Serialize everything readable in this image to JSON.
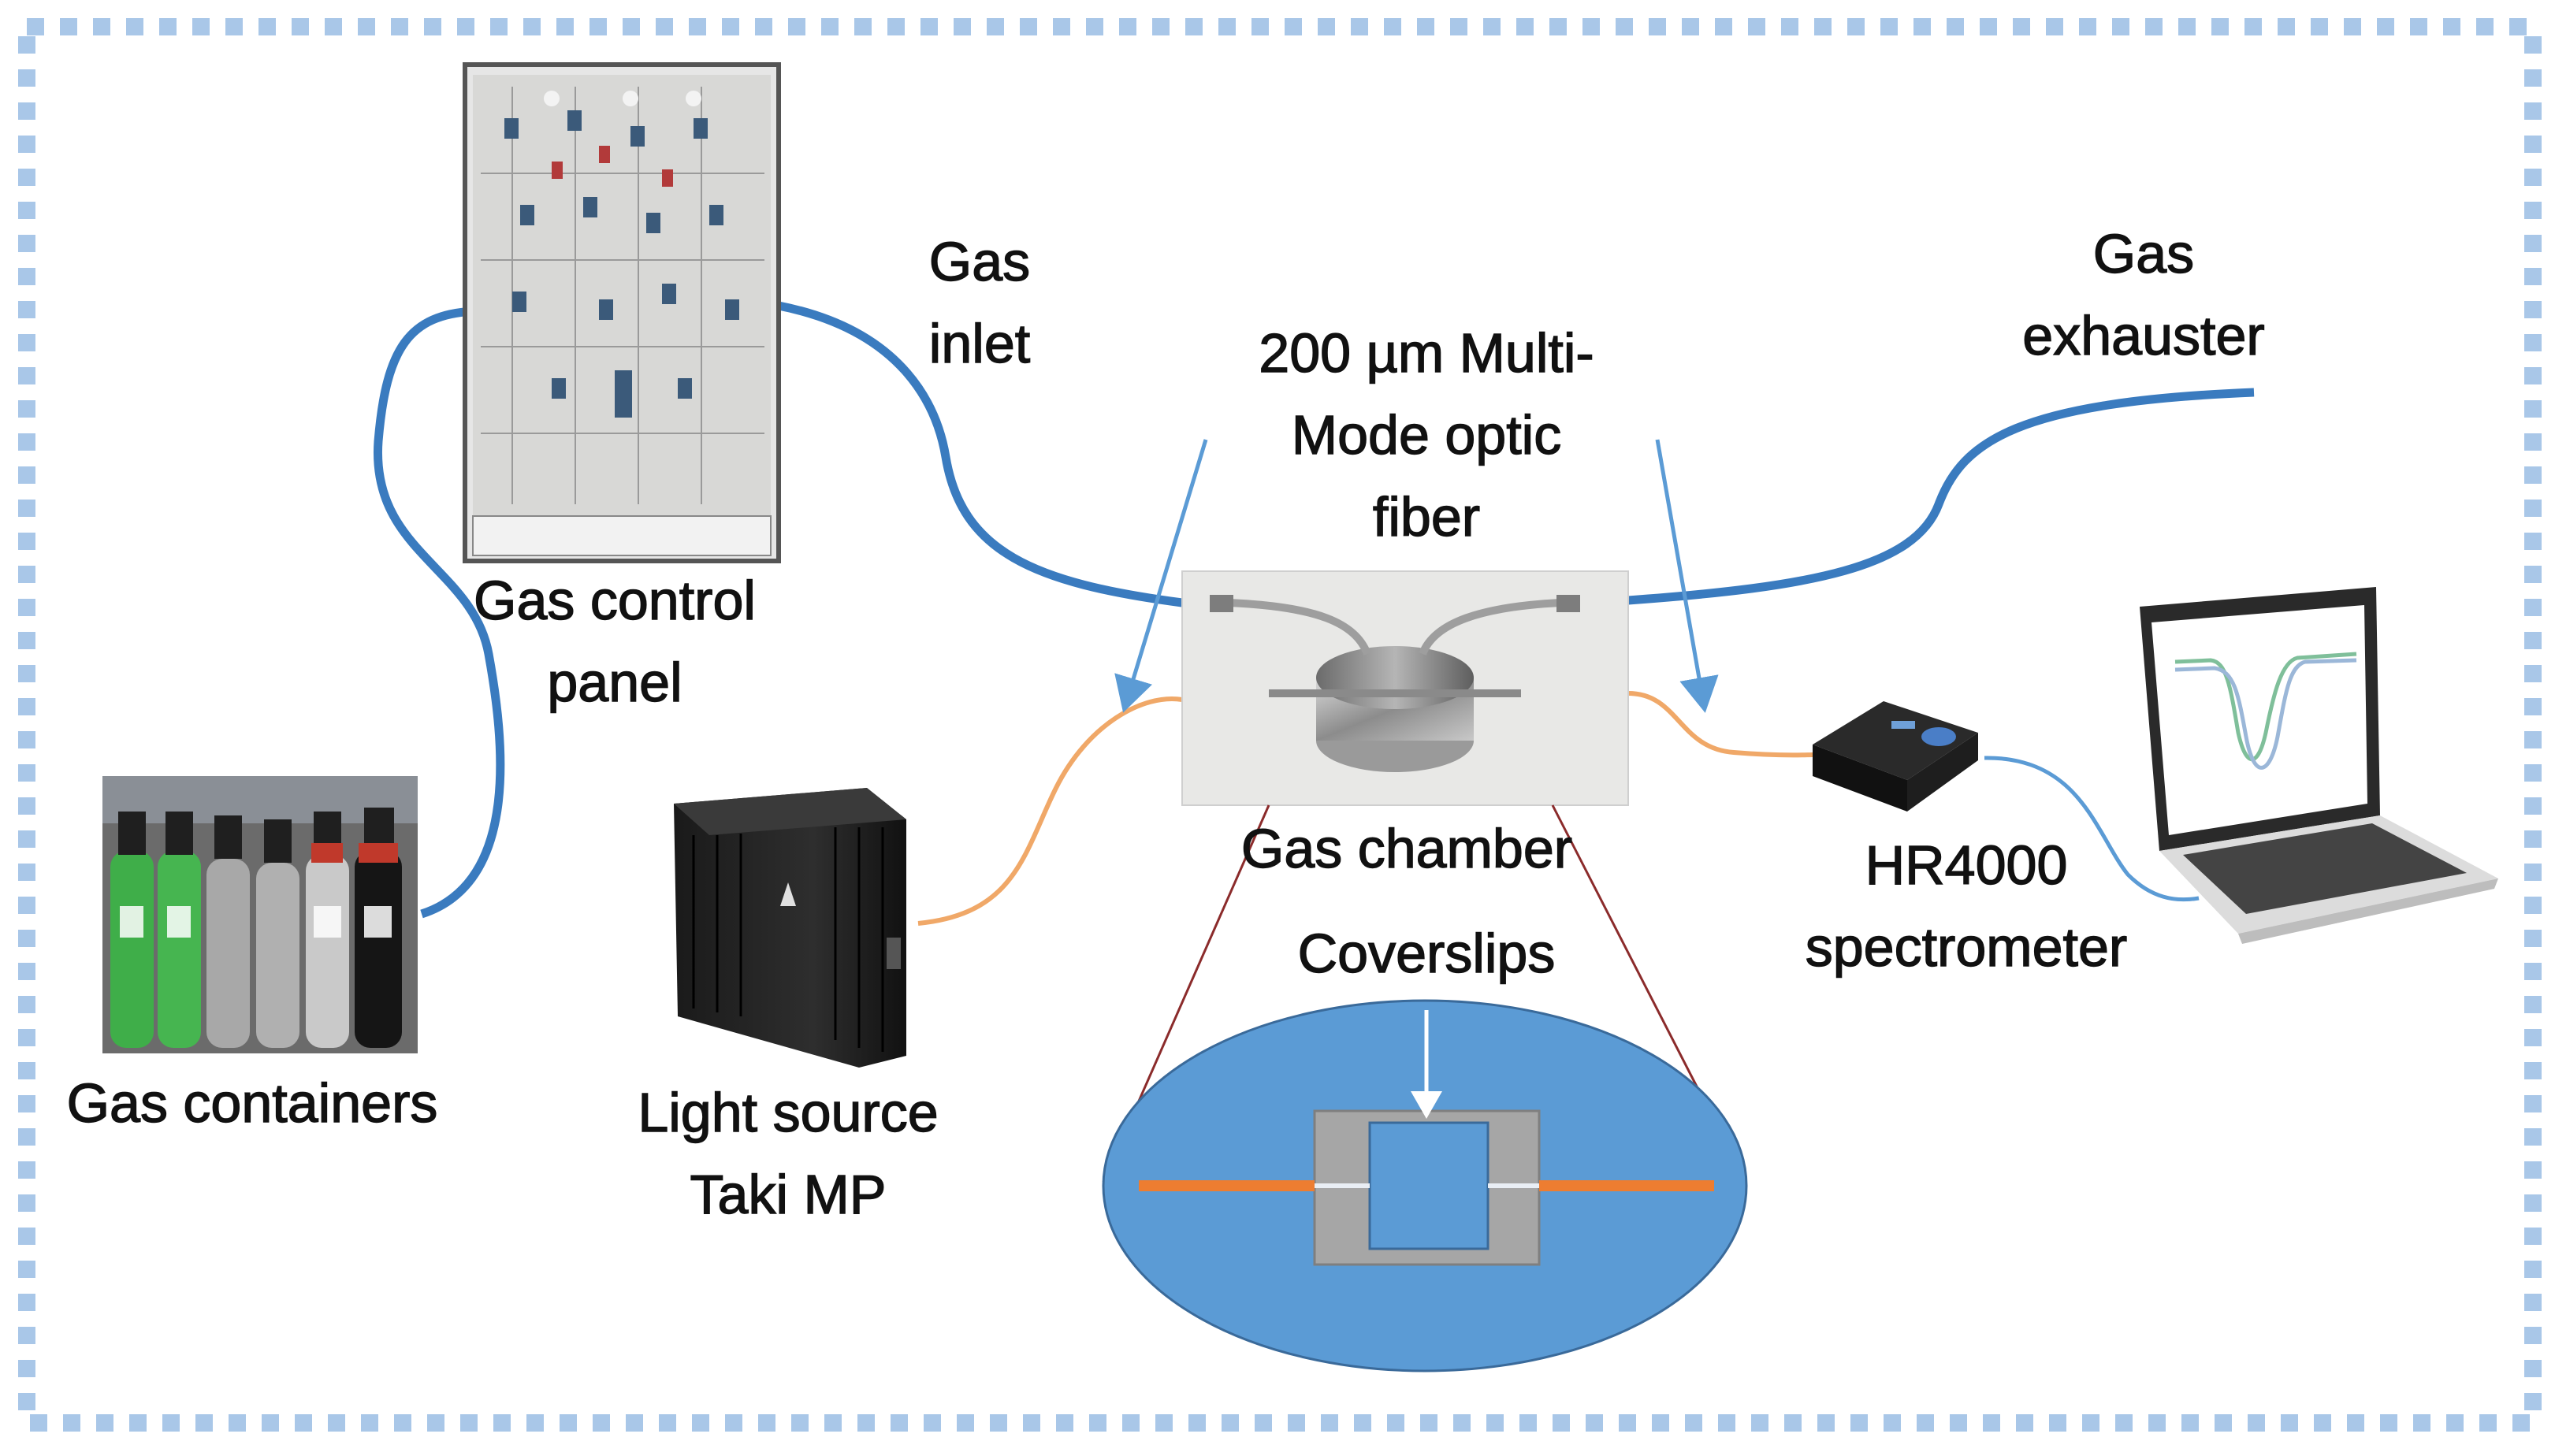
{
  "labels": {
    "gas_inlet": "Gas\ninlet",
    "gas_exhauster": "Gas\nexhauster",
    "optic_fiber": "200 µm Multi-\nMode optic\nfiber",
    "gas_control_panel": "Gas control\npanel",
    "gas_chamber": "Gas chamber",
    "coverslips": "Coverslips",
    "hr4000": "HR4000\nspectrometer",
    "gas_containers": "Gas containers",
    "light_source": "Light source\nTaki MP"
  },
  "colors": {
    "frame_dash": "#a9c7e8",
    "gas_line": "#3a7bbf",
    "fiber_arrow": "#5b9bd5",
    "fiber_orange": "#f0a868",
    "lens_fill": "#5b9bd5",
    "lens_outline": "#8b2b2b",
    "coverslip_grey": "#a6a6a6",
    "fiber_core": "#ed7d31"
  },
  "icons": [
    "gas-control-panel-photo",
    "gas-cylinders-photo",
    "light-source-box",
    "gas-chamber-photo",
    "spectrometer-device",
    "laptop-computer"
  ]
}
